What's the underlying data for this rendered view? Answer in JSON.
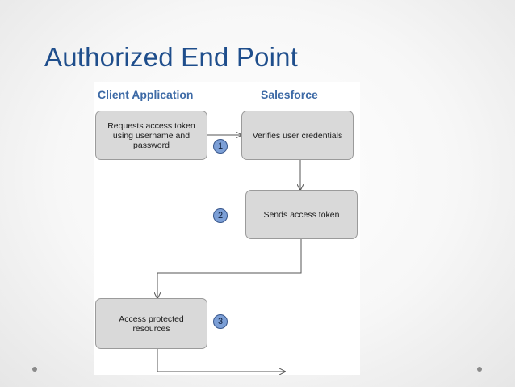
{
  "slide": {
    "title": "Authorized End Point"
  },
  "diagram": {
    "headers": {
      "client": "Client Application",
      "server": "Salesforce"
    },
    "nodes": {
      "request": "Requests access token using username and password",
      "verify": "Verifies user credentials",
      "send": "Sends access token",
      "access": "Access protected resources"
    },
    "steps": [
      "1",
      "2",
      "3"
    ]
  }
}
